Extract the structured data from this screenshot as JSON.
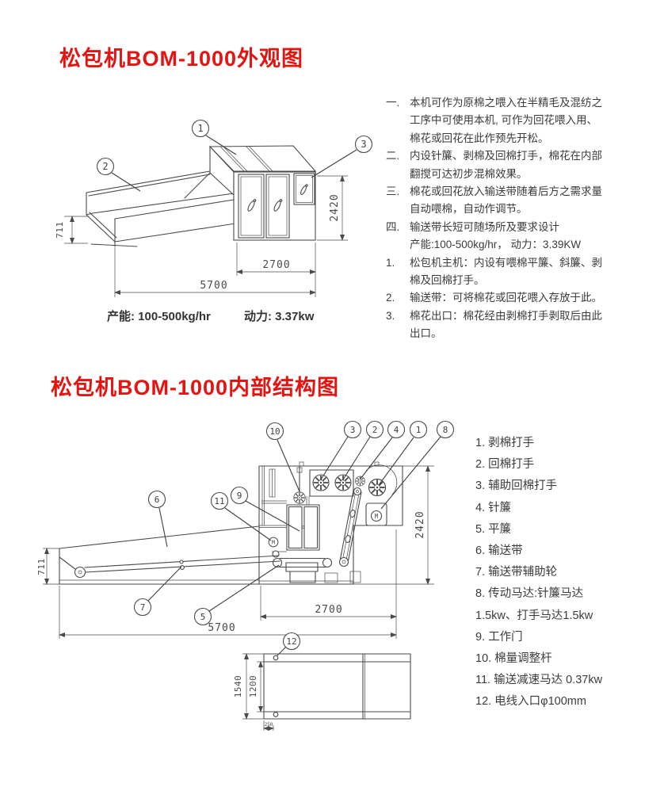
{
  "colors": {
    "title_red": "#e51410",
    "ink": "#3b3b3b",
    "line": "#4a4a4a"
  },
  "section1": {
    "title": "松包机BOM-1000外观图",
    "caption": {
      "capacity": "产能: 100-500kg/hr",
      "power": "动力: 3.37kw"
    },
    "callouts": [
      "1",
      "2",
      "3"
    ],
    "dims": {
      "conveyor_height": "711",
      "machine_height": "2420",
      "machine_width": "2700",
      "total_length": "5700"
    },
    "notes": [
      {
        "n": "一.",
        "t": "本机可作为原棉之喂入在半精毛及混纺之"
      },
      {
        "n": "",
        "t": "工序中可使用本机, 可作为回花喂入用、"
      },
      {
        "n": "",
        "t": "棉花或回花在此作预先开松。"
      },
      {
        "n": "二.",
        "t": "内设针簾、剥棉及回棉打手，棉花在内部"
      },
      {
        "n": "",
        "t": "翻搅可达初步混棉效果。"
      },
      {
        "n": "三.",
        "t": "棉花或回花放入输送带随着后方之需求量"
      },
      {
        "n": "",
        "t": "自动喂棉，自动作调节。"
      },
      {
        "n": "四.",
        "t": "输送带长短可随场所及要求设计"
      },
      {
        "n": "",
        "t": "产能:100-500kg/hr， 动力：3.39KW"
      },
      {
        "n": "1.",
        "t": "松包机主机：内设有喂棉平簾、斜簾、剥"
      },
      {
        "n": "",
        "t": "棉及回棉打手。"
      },
      {
        "n": "2.",
        "t": "输送带：可将棉花或回花喂入存放于此。"
      },
      {
        "n": "3.",
        "t": "棉花出口：棉花经由剥棉打手剥取后由此"
      },
      {
        "n": "",
        "t": "出口。"
      }
    ]
  },
  "section2": {
    "title": "松包机BOM-1000内部结构图",
    "motor_label": "M",
    "callouts": [
      "10",
      "3",
      "2",
      "4",
      "1",
      "8",
      "6",
      "11",
      "9",
      "7",
      "5",
      "12"
    ],
    "dims": {
      "conveyor_height": "711",
      "machine_height": "2420",
      "machine_width": "2700",
      "total_length": "5700",
      "footprint_width": "1540",
      "footprint_inner": "1200",
      "margin": "250"
    },
    "parts": [
      "1. 剥棉打手",
      "2. 回棉打手",
      "3. 辅助回棉打手",
      "4. 针簾",
      "5. 平簾",
      "6. 输送带",
      "7. 输送带辅助轮",
      "8. 传动马达:针簾马达",
      "1.5kw、打手马达1.5kw",
      "9. 工作门",
      "10. 棉量调整杆",
      "11. 输送减速马达 0.37kw",
      "12. 电线入口φ100mm"
    ]
  }
}
